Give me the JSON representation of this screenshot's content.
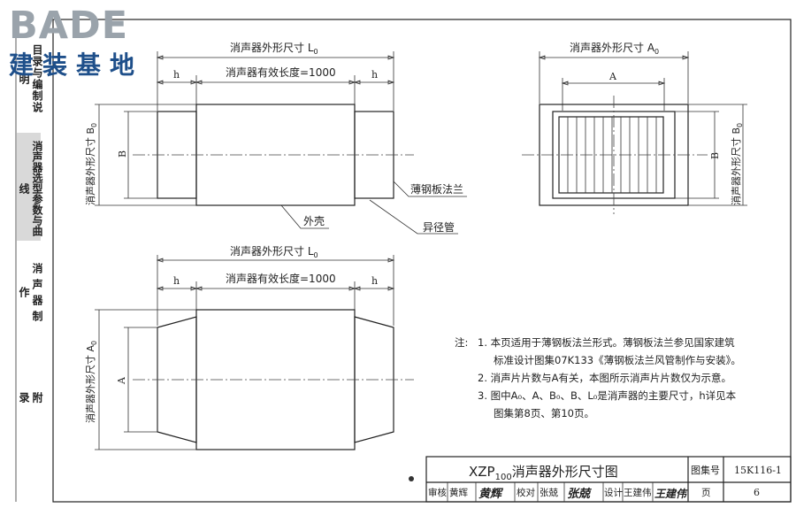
{
  "logo": {
    "brand": "BADE",
    "brand_cn": "建装基地"
  },
  "sidebar": {
    "sections": [
      {
        "label": "目录与编制说明",
        "active": false
      },
      {
        "label": "消声器选型参数与曲线",
        "active": true
      },
      {
        "label": "消声器制作",
        "active": false
      },
      {
        "label": "附录",
        "active": false
      }
    ]
  },
  "labels": {
    "outer_length": "消声器外形尺寸 L",
    "outer_length_sub": "0",
    "effective_length": "消声器有效长度=1000",
    "h": "h",
    "outer_height_b": "消声器外形尺寸 B",
    "outer_height_b_sub": "0",
    "outer_width_a": "消声器外形尺寸 A",
    "outer_width_a_sub": "0",
    "dim_a": "A",
    "dim_b": "B",
    "shell": "外壳",
    "flange": "薄钢板法兰",
    "reducer": "异径管"
  },
  "notes": {
    "prefix": "注:",
    "items": [
      "1. 本页适用于薄钢板法兰形式。薄钢板法兰参见国家建筑",
      "标准设计图集07K133《薄钢板法兰风管制作与安装》。",
      "2. 消声片片数与A有关，本图所示消声片片数仅为示意。",
      "3. 图中A₀、A、B₀、B、L₀是消声器的主要尺寸，h详见本",
      "图集第8页、第10页。"
    ]
  },
  "title_block": {
    "title_main": "XZP",
    "title_sub": "100",
    "title_rest": "消声器外形尺寸图",
    "atlas_label": "图集号",
    "atlas_no": "15K116-1",
    "review_label": "审核",
    "reviewer": "黄辉",
    "reviewer_sig": "黄辉",
    "check_label": "校对",
    "checker": "张兢",
    "checker_sig": "张兢",
    "design_label": "设计",
    "designer": "王建伟",
    "designer_sig": "王建伟",
    "page_label": "页",
    "page_no": "6"
  }
}
